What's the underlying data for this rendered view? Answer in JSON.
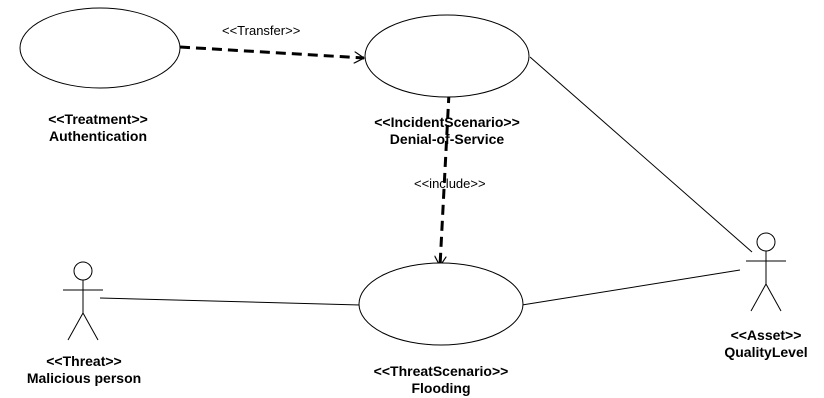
{
  "diagram": {
    "nodes": {
      "authentication": {
        "stereotype": "<<Treatment>>",
        "name": "Authentication"
      },
      "denial_of_service": {
        "stereotype": "<<IncidentScenario>>",
        "name": "Denial-of-Service"
      },
      "flooding": {
        "stereotype": "<<ThreatScenario>>",
        "name": "Flooding"
      },
      "malicious_person": {
        "stereotype": "<<Threat>>",
        "name": "Malicious person"
      },
      "quality_level": {
        "stereotype": "<<Asset>>",
        "name": "QualityLevel"
      }
    },
    "edges": {
      "transfer": {
        "label": "<<Transfer>>",
        "from": "Authentication",
        "to": "Denial-of-Service",
        "style": "dashed"
      },
      "include": {
        "label": "<<include>>",
        "from": "Denial-of-Service",
        "to": "Flooding",
        "style": "dashed"
      },
      "threat_to_flooding": {
        "from": "Malicious person",
        "to": "Flooding",
        "style": "solid"
      },
      "flooding_to_asset": {
        "from": "Flooding",
        "to": "QualityLevel",
        "style": "solid"
      },
      "dos_to_asset": {
        "from": "Denial-of-Service",
        "to": "QualityLevel",
        "style": "solid"
      }
    },
    "colors": {
      "stroke": "#000000",
      "background": "#ffffff"
    }
  }
}
